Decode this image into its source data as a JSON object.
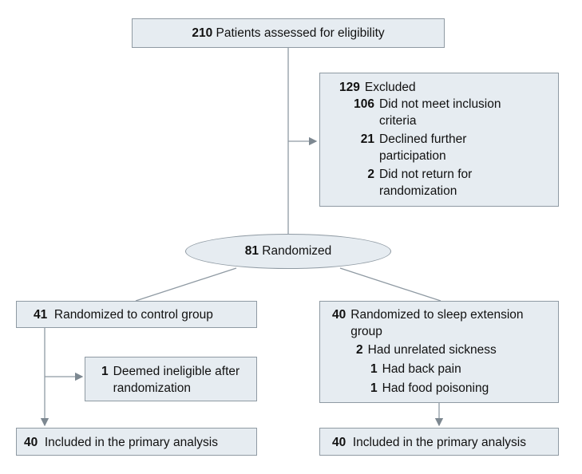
{
  "assessed": {
    "count": "210",
    "label": "Patients assessed for eligibility"
  },
  "excluded": {
    "count": "129",
    "label": "Excluded",
    "reasons": [
      {
        "count": "106",
        "label": "Did not meet inclusion criteria"
      },
      {
        "count": "21",
        "label": "Declined further participation"
      },
      {
        "count": "2",
        "label": "Did not return for randomization"
      }
    ]
  },
  "randomized": {
    "count": "81",
    "label": "Randomized"
  },
  "control": {
    "count": "41",
    "label": "Randomized to control group",
    "ineligible": {
      "count": "1",
      "label": "Deemed ineligible after randomization"
    },
    "analysis": {
      "count": "40",
      "label": "Included in the primary analysis"
    }
  },
  "extension": {
    "count": "40",
    "label": "Randomized to sleep extension group",
    "sickness": {
      "count": "2",
      "label": "Had unrelated sickness"
    },
    "details": [
      {
        "count": "1",
        "label": "Had back pain"
      },
      {
        "count": "1",
        "label": "Had food poisoning"
      }
    ],
    "analysis": {
      "count": "40",
      "label": "Included in the primary analysis"
    }
  },
  "colors": {
    "box_fill": "#e6ecf1",
    "box_border": "#8f9aa3",
    "line": "#8f9aa3"
  }
}
